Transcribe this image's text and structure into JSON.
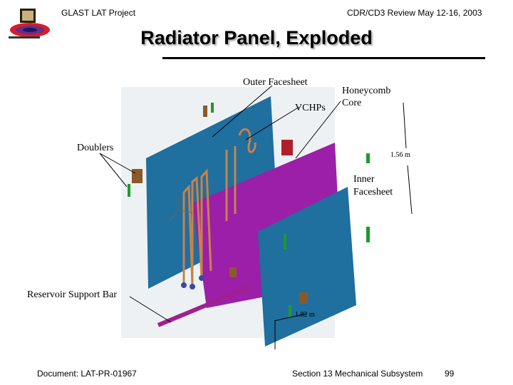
{
  "header": {
    "project": "GLAST LAT Project",
    "review": "CDR/CD3 Review May 12-16, 2003"
  },
  "slide": {
    "title": "Radiator Panel, Exploded"
  },
  "labels": {
    "outer_facesheet": "Outer Facesheet",
    "vchps": "VCHPs",
    "honeycomb_line1": "Honeycomb",
    "honeycomb_line2": "Core",
    "doublers": "Doublers",
    "dim_height": "1.56 m",
    "inner_line1": "Inner",
    "inner_line2": "Facesheet",
    "reservoir": "Reservoir Support Bar",
    "dim_width": "1.82 m"
  },
  "footer": {
    "document": "Document:  LAT-PR-01967",
    "section": "Section 13  Mechanical Subsystem",
    "page": "99"
  },
  "colors": {
    "outer_panel": "#1f6f9f",
    "core_panel": "#9b1fa8",
    "inner_panel": "#1f6f9f",
    "doubler_green": "#1e9a2e",
    "doubler_brown": "#8a5a2a",
    "pipe": "#c8824a",
    "bar": "#a0208f"
  }
}
